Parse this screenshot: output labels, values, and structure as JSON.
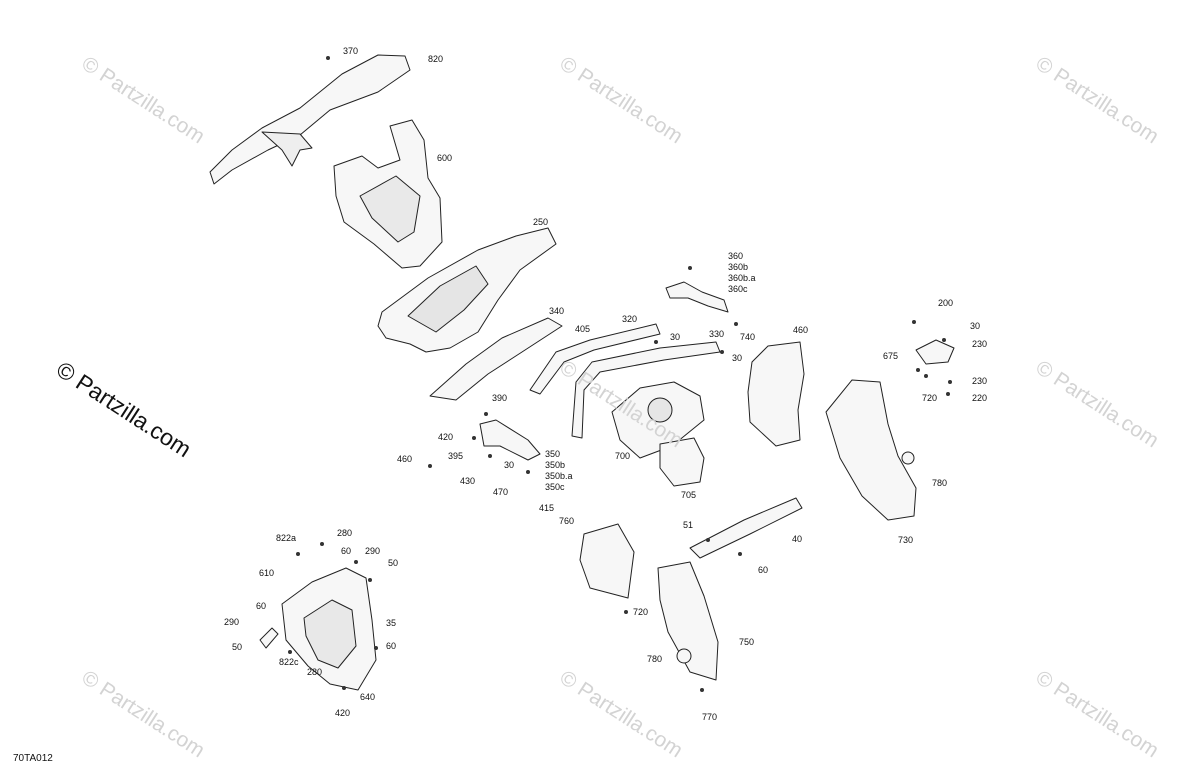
{
  "diagram": {
    "reference_code": "70TA012",
    "watermark_text": "© Partzilla.com",
    "colors": {
      "line": "#222222",
      "fill": "#f7f7f7",
      "watermark": "#d3d3d3"
    },
    "callouts": [
      {
        "id": "c370",
        "text": "370"
      },
      {
        "id": "c820",
        "text": "820"
      },
      {
        "id": "c600",
        "text": "600"
      },
      {
        "id": "c250",
        "text": "250"
      },
      {
        "id": "c340",
        "text": "340"
      },
      {
        "id": "c405",
        "text": "405"
      },
      {
        "id": "c320",
        "text": "320"
      },
      {
        "id": "c30a",
        "text": "30"
      },
      {
        "id": "c330",
        "text": "330"
      },
      {
        "id": "c30b",
        "text": "30"
      },
      {
        "id": "c360",
        "text": "360"
      },
      {
        "id": "c360b",
        "text": "360b"
      },
      {
        "id": "c360ba",
        "text": "360b.a"
      },
      {
        "id": "c360c",
        "text": "360c"
      },
      {
        "id": "c740",
        "text": "740"
      },
      {
        "id": "c460a",
        "text": "460"
      },
      {
        "id": "c200",
        "text": "200"
      },
      {
        "id": "c30c",
        "text": "30"
      },
      {
        "id": "c675",
        "text": "675"
      },
      {
        "id": "c230a",
        "text": "230"
      },
      {
        "id": "c230b",
        "text": "230"
      },
      {
        "id": "c720a",
        "text": "720"
      },
      {
        "id": "c220",
        "text": "220"
      },
      {
        "id": "c390",
        "text": "390"
      },
      {
        "id": "c420a",
        "text": "420"
      },
      {
        "id": "c395",
        "text": "395"
      },
      {
        "id": "c460b",
        "text": "460"
      },
      {
        "id": "c30d",
        "text": "30"
      },
      {
        "id": "c430",
        "text": "430"
      },
      {
        "id": "c350",
        "text": "350"
      },
      {
        "id": "c350b",
        "text": "350b"
      },
      {
        "id": "c350ba",
        "text": "350b.a"
      },
      {
        "id": "c350c",
        "text": "350c"
      },
      {
        "id": "c470",
        "text": "470"
      },
      {
        "id": "c415",
        "text": "415"
      },
      {
        "id": "c700",
        "text": "700"
      },
      {
        "id": "c705",
        "text": "705"
      },
      {
        "id": "c780a",
        "text": "780"
      },
      {
        "id": "c730",
        "text": "730"
      },
      {
        "id": "c51",
        "text": "51"
      },
      {
        "id": "c40",
        "text": "40"
      },
      {
        "id": "c60a",
        "text": "60"
      },
      {
        "id": "c760",
        "text": "760"
      },
      {
        "id": "c720b",
        "text": "720"
      },
      {
        "id": "c750",
        "text": "750"
      },
      {
        "id": "c780b",
        "text": "780"
      },
      {
        "id": "c770",
        "text": "770"
      },
      {
        "id": "c822a",
        "text": "822a"
      },
      {
        "id": "c280a",
        "text": "280"
      },
      {
        "id": "c60b",
        "text": "60"
      },
      {
        "id": "c290a",
        "text": "290"
      },
      {
        "id": "c610",
        "text": "610"
      },
      {
        "id": "c50a",
        "text": "50"
      },
      {
        "id": "c60c",
        "text": "60"
      },
      {
        "id": "c290b",
        "text": "290"
      },
      {
        "id": "c35",
        "text": "35"
      },
      {
        "id": "c50b",
        "text": "50"
      },
      {
        "id": "c60d",
        "text": "60"
      },
      {
        "id": "c822c",
        "text": "822c"
      },
      {
        "id": "c280b",
        "text": "280"
      },
      {
        "id": "c640",
        "text": "640"
      },
      {
        "id": "c420b",
        "text": "420"
      }
    ]
  }
}
